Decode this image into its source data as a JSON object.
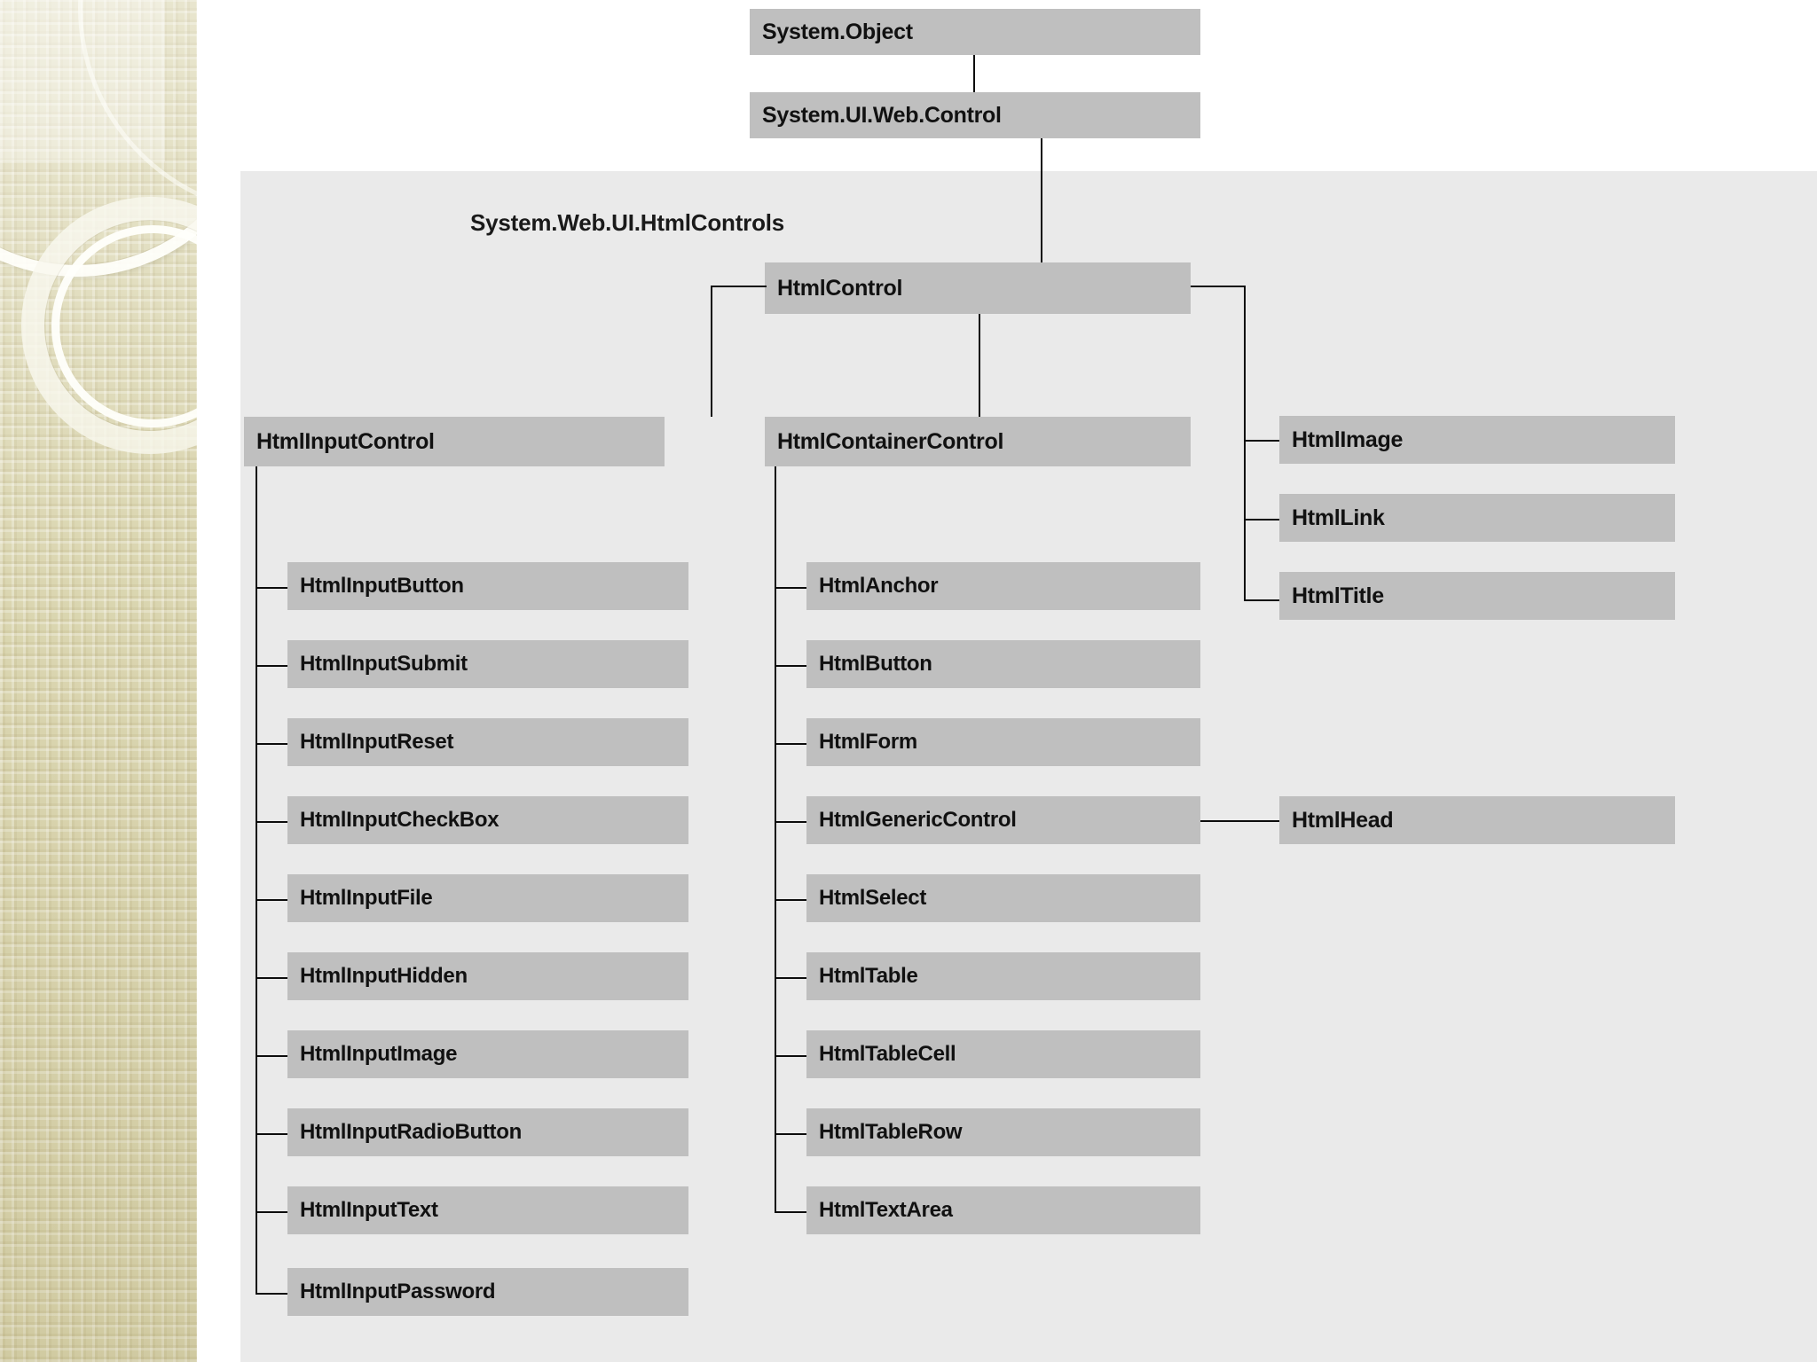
{
  "slide": {
    "design_name": "decorative-beige-rings",
    "accent_color": "#d9d4ad",
    "panel_color": "#eaeaea",
    "node_color": "#bfbfbf",
    "line_color": "#0d0d0d"
  },
  "diagram": {
    "type": "class-hierarchy-tree",
    "namespace_label": "System.Web.UI.HtmlControls",
    "root_chain": [
      {
        "id": "system-object",
        "label": "System.Object"
      },
      {
        "id": "system-ui-web-control",
        "label": "System.UI.Web.Control"
      }
    ],
    "base": {
      "id": "html-control",
      "label": "HtmlControl"
    },
    "branches": [
      {
        "id": "html-input-control",
        "label": "HtmlInputControl",
        "children": [
          {
            "id": "html-input-button",
            "label": "HtmlInputButton"
          },
          {
            "id": "html-input-submit",
            "label": "HtmlInputSubmit"
          },
          {
            "id": "html-input-reset",
            "label": "HtmlInputReset"
          },
          {
            "id": "html-input-checkbox",
            "label": "HtmlInputCheckBox"
          },
          {
            "id": "html-input-file",
            "label": "HtmlInputFile"
          },
          {
            "id": "html-input-hidden",
            "label": "HtmlInputHidden"
          },
          {
            "id": "html-input-image",
            "label": "HtmlInputImage"
          },
          {
            "id": "html-input-radiobutton",
            "label": "HtmlInputRadioButton"
          },
          {
            "id": "html-input-text",
            "label": "HtmlInputText"
          },
          {
            "id": "html-input-password",
            "label": "HtmlInputPassword"
          }
        ]
      },
      {
        "id": "html-container-control",
        "label": "HtmlContainerControl",
        "children": [
          {
            "id": "html-anchor",
            "label": "HtmlAnchor"
          },
          {
            "id": "html-button",
            "label": "HtmlButton"
          },
          {
            "id": "html-form",
            "label": "HtmlForm"
          },
          {
            "id": "html-generic-control",
            "label": "HtmlGenericControl"
          },
          {
            "id": "html-select",
            "label": "HtmlSelect"
          },
          {
            "id": "html-table",
            "label": "HtmlTable"
          },
          {
            "id": "html-table-cell",
            "label": "HtmlTableCell"
          },
          {
            "id": "html-table-row",
            "label": "HtmlTableRow"
          },
          {
            "id": "html-text-area",
            "label": "HtmlTextArea"
          }
        ]
      }
    ],
    "right_leaves": [
      {
        "id": "html-image",
        "label": "HtmlImage"
      },
      {
        "id": "html-link",
        "label": "HtmlLink"
      },
      {
        "id": "html-title",
        "label": "HtmlTitle"
      }
    ],
    "generic_child": {
      "id": "html-head",
      "label": "HtmlHead"
    }
  }
}
